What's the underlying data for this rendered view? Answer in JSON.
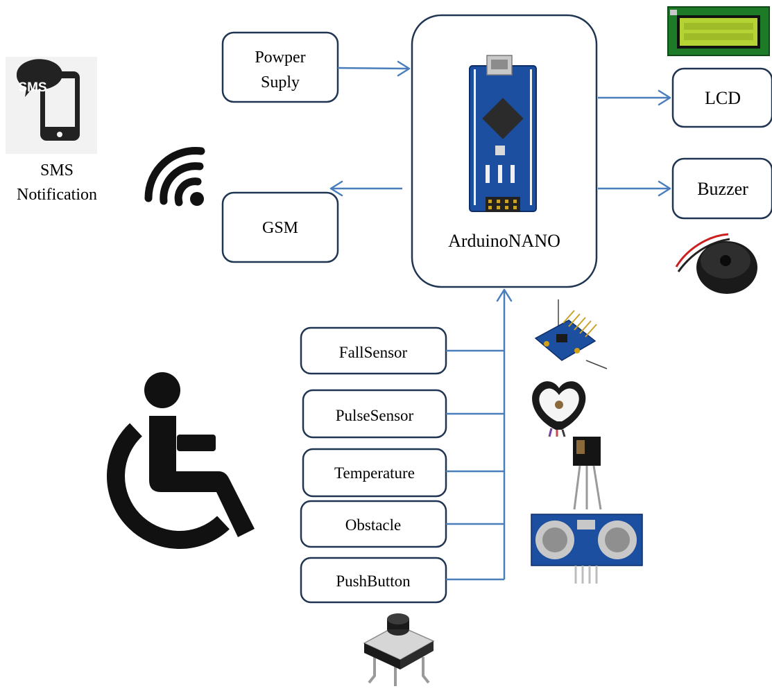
{
  "diagram": {
    "controller": {
      "label": "ArduinoNANO"
    },
    "power": {
      "line1": "Powper",
      "line2": "Suply"
    },
    "gsm": {
      "label": "GSM"
    },
    "lcd": {
      "label": "LCD"
    },
    "buzzer": {
      "label": "Buzzer"
    },
    "sms": {
      "line1": "SMS",
      "line2": "Notification",
      "icon_text": "SMS"
    },
    "inputs": {
      "fall": "FallSensor",
      "pulse": "PulseSensor",
      "temperature": "Temperature",
      "obstacle": "Obstacle",
      "pushbutton": "PushButton"
    },
    "icons": {
      "sms_phone": "phone-sms-icon",
      "wireless": "wifi-signal-icon",
      "wheelchair": "wheelchair-icon"
    },
    "colors": {
      "box_border": "#1f3551",
      "connector": "#4a7ebb",
      "board": "#1c4fa0",
      "lcd_screen": "#b5d334"
    }
  }
}
